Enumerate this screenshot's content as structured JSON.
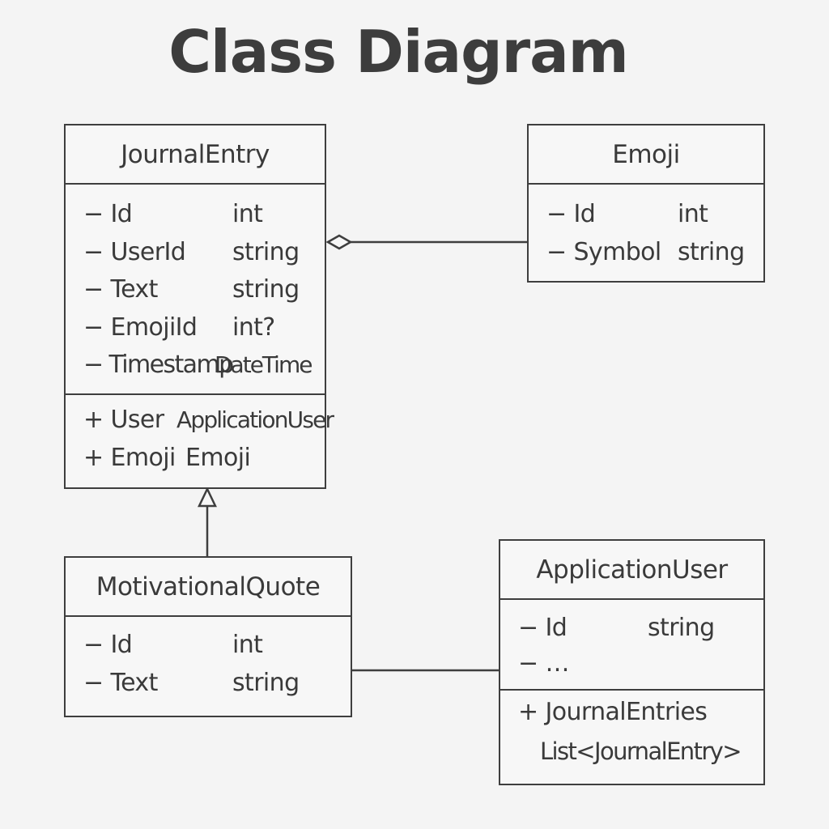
{
  "title": "Class Diagram",
  "classes": {
    "journal_entry": {
      "name": "JournalEntry",
      "attributes": [
        {
          "member": "− Id",
          "type": "int"
        },
        {
          "member": "− UserId",
          "type": "string"
        },
        {
          "member": "− Text",
          "type": "string"
        },
        {
          "member": "− EmojiId",
          "type": "int?"
        },
        {
          "member": "− Timestamp",
          "type": "DateTime"
        }
      ],
      "navigations": [
        {
          "member": "+ User",
          "type": "ApplicationUser"
        },
        {
          "member": "+ Emoji",
          "type": "Emoji"
        }
      ]
    },
    "emoji": {
      "name": "Emoji",
      "attributes": [
        {
          "member": "− Id",
          "type": "int"
        },
        {
          "member": "− Symbol",
          "type": "string"
        }
      ]
    },
    "motivational_quote": {
      "name": "MotivationalQuote",
      "attributes": [
        {
          "member": "− Id",
          "type": "int"
        },
        {
          "member": "− Text",
          "type": "string"
        }
      ]
    },
    "application_user": {
      "name": "ApplicationUser",
      "attributes": [
        {
          "member": "− Id",
          "type": "string"
        },
        {
          "member": "− …",
          "type": ""
        }
      ],
      "navigations": [
        {
          "member": "+ JournalEntries",
          "type": "List<JournalEntry>"
        }
      ]
    }
  },
  "relationships": [
    {
      "from": "Emoji",
      "to": "JournalEntry",
      "kind": "aggregation"
    },
    {
      "from": "MotivationalQuote",
      "to": "JournalEntry",
      "kind": "generalization"
    },
    {
      "from": "MotivationalQuote",
      "to": "ApplicationUser",
      "kind": "association"
    }
  ]
}
